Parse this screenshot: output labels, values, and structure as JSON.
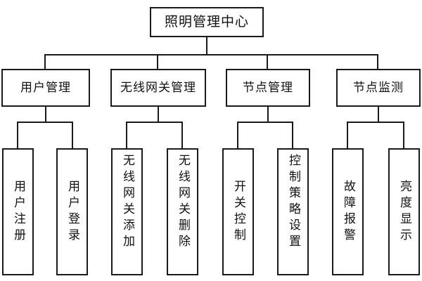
{
  "diagram": {
    "title": "照明管理中心",
    "root": {
      "label": "照明管理中心"
    },
    "level2": [
      {
        "label": "用户管理"
      },
      {
        "label": "无线网关管理"
      },
      {
        "label": "节点管理"
      },
      {
        "label": "节点监测"
      }
    ],
    "leaves": [
      {
        "label": "用户注册"
      },
      {
        "label": "用户登录"
      },
      {
        "label": "无线网关添加"
      },
      {
        "label": "无线网关删除"
      },
      {
        "label": "开关控制"
      },
      {
        "label": "控制策略设置"
      },
      {
        "label": "故障报警"
      },
      {
        "label": "亮度显示"
      }
    ],
    "colors": {
      "border": "#1a1a1a",
      "background": "#ffffff",
      "text": "#111111"
    }
  }
}
